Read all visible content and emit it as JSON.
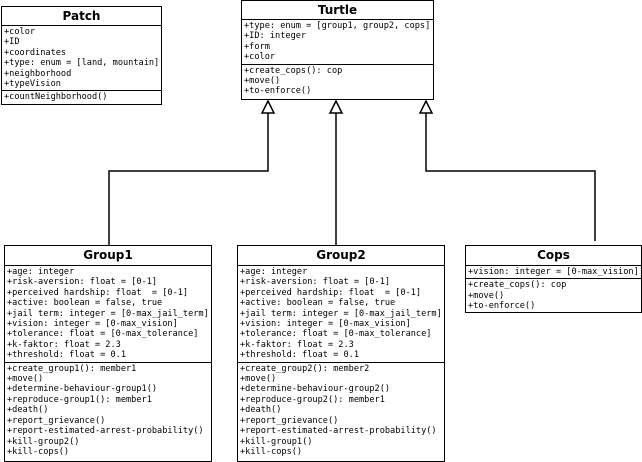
{
  "classes": {
    "patch": {
      "name": "Patch",
      "attributes": [
        "+color",
        "+ID",
        "+coordinates",
        "+type: enum = [land, mountain]",
        "+neighborhood",
        "+typeVision"
      ],
      "methods": [
        "+countNeighborhood()"
      ]
    },
    "turtle": {
      "name": "Turtle",
      "attributes": [
        "+type: enum = [group1, group2, cops]",
        "+ID: integer",
        "+form",
        "+color"
      ],
      "methods": [
        "+create_cops(): cop",
        "+move()",
        "+to-enforce()"
      ]
    },
    "group1": {
      "name": "Group1",
      "attributes": [
        "+age: integer",
        "+risk-aversion: float = [0-1]",
        "+perceived hardship: float  = [0-1]",
        "+active: boolean = false, true",
        "+jail term: integer = [0-max_jail_term]",
        "+vision: integer = [0-max_vision]",
        "+tolerance: float = [0-max_tolerance]",
        "+k-faktor: float = 2.3",
        "+threshold: float = 0.1"
      ],
      "methods": [
        "+create_group1(): member1",
        "+move()",
        "+determine-behaviour-group1()",
        "+reproduce-group1(): member1",
        "+death()",
        "+report_grievance()",
        "+report-estimated-arrest-probability()",
        "+kill-group2()",
        "+kill-cops()"
      ]
    },
    "group2": {
      "name": "Group2",
      "attributes": [
        "+age: integer",
        "+risk-aversion: float = [0-1]",
        "+perceived hardship: float  = [0-1]",
        "+active: boolean = false, true",
        "+jail term: integer = [0-max_jail_term]",
        "+vision: integer = [0-max_vision]",
        "+tolerance: float = [0-max_tolerance]",
        "+k-faktor: float = 2.3",
        "+threshold: float = 0.1"
      ],
      "methods": [
        "+create_group2(): member2",
        "+move()",
        "+determine-behaviour-group2()",
        "+reproduce-group2(): member1",
        "+death()",
        "+report_grievance()",
        "+report-estimated-arrest-probability()",
        "+kill-group1()",
        "+kill-cops()"
      ]
    },
    "cops": {
      "name": "Cops",
      "attributes": [
        "+vision: integer = [0-max_vision]"
      ],
      "methods": [
        "+create_cops(): cop",
        "+move()",
        "+to-enforce()"
      ]
    }
  }
}
